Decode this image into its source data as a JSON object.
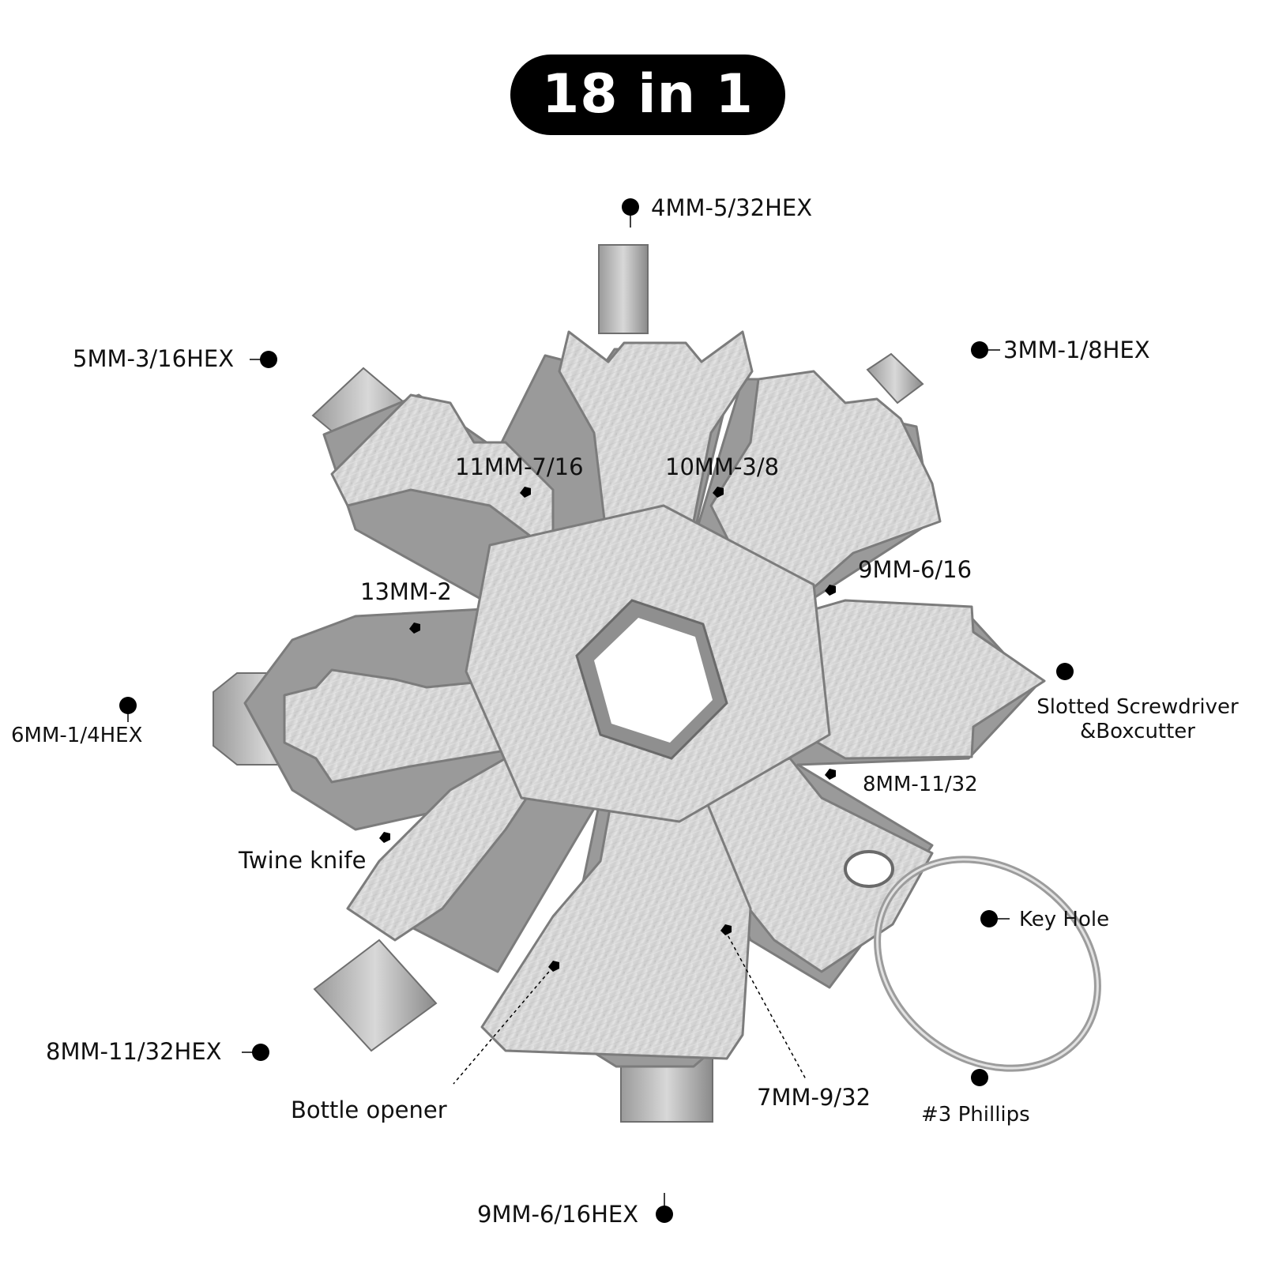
{
  "title": "18 in 1",
  "colors": {
    "title_bg": "#000000",
    "title_text": "#ffffff",
    "metal": "#c9c9c9",
    "metal_shadow": "#8e8e8e",
    "text": "#111111",
    "marker": "#000000"
  },
  "product": {
    "name": "snowflake-multi-tool",
    "ring": "key-ring"
  },
  "labels": {
    "hex_4mm": "4MM-5/32HEX",
    "hex_3mm": "3MM-1/8HEX",
    "hex_5mm": "5MM-3/16HEX",
    "hex_6mm": "6MM-1/4HEX",
    "hex_8mm": "8MM-11/32HEX",
    "hex_9mm": "9MM-6/16HEX",
    "wrench_11mm": "11MM-7/16",
    "wrench_10mm": "10MM-3/8",
    "wrench_13mm": "13MM-2",
    "wrench_9mm": "9MM-6/16",
    "wrench_8mm": "8MM-11/32",
    "wrench_7mm": "7MM-9/32",
    "slotted_line1": "Slotted Screwdriver",
    "slotted_line2": "&Boxcutter",
    "twine_knife": "Twine knife",
    "key_hole": "Key Hole",
    "bottle_opener": "Bottle opener",
    "phillips": "#3 Phillips"
  }
}
